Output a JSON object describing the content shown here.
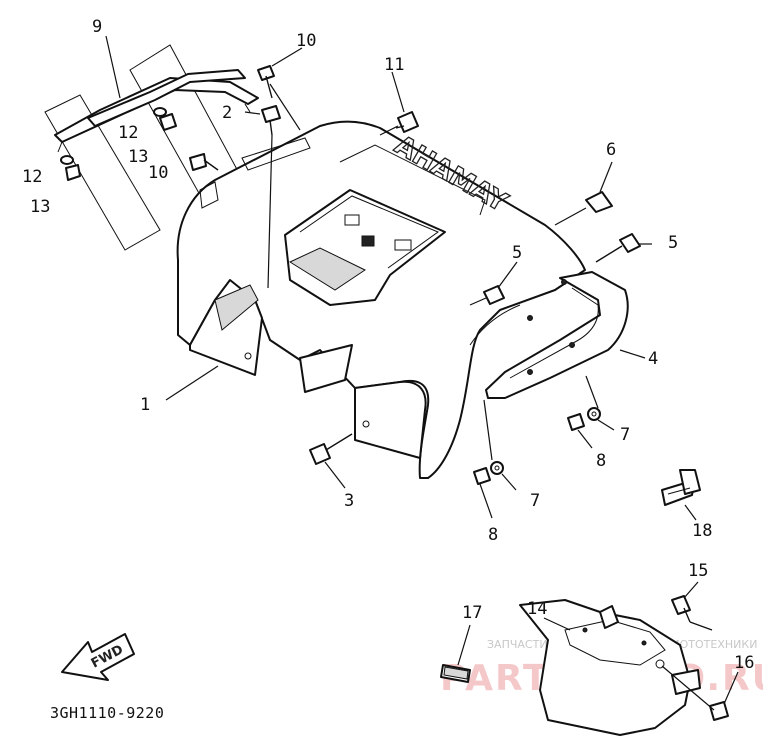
{
  "diagram": {
    "part_code": "3GH1110-9220",
    "brand_mark": "YAMAHA",
    "direction_arrow_label": "FWD",
    "callouts": [
      {
        "id": "c1",
        "label": "1"
      },
      {
        "id": "c2",
        "label": "2"
      },
      {
        "id": "c3",
        "label": "3"
      },
      {
        "id": "c4",
        "label": "4"
      },
      {
        "id": "c5a",
        "label": "5"
      },
      {
        "id": "c5b",
        "label": "5"
      },
      {
        "id": "c6",
        "label": "6"
      },
      {
        "id": "c7a",
        "label": "7"
      },
      {
        "id": "c7b",
        "label": "7"
      },
      {
        "id": "c8a",
        "label": "8"
      },
      {
        "id": "c8b",
        "label": "8"
      },
      {
        "id": "c9",
        "label": "9"
      },
      {
        "id": "c10a",
        "label": "10"
      },
      {
        "id": "c10b",
        "label": "10"
      },
      {
        "id": "c11",
        "label": "11"
      },
      {
        "id": "c12a",
        "label": "12"
      },
      {
        "id": "c12b",
        "label": "12"
      },
      {
        "id": "c13a",
        "label": "13"
      },
      {
        "id": "c13b",
        "label": "13"
      },
      {
        "id": "c14",
        "label": "14"
      },
      {
        "id": "c15",
        "label": "15"
      },
      {
        "id": "c16",
        "label": "16"
      },
      {
        "id": "c17",
        "label": "17"
      },
      {
        "id": "c18",
        "label": "18"
      }
    ]
  },
  "watermark": {
    "tagline": "ЗАПЧАСТИ И АКСЕССУАРЫ ДЛЯ МОТОТЕХНИКИ",
    "site": "PARTSMOTO.RU"
  }
}
